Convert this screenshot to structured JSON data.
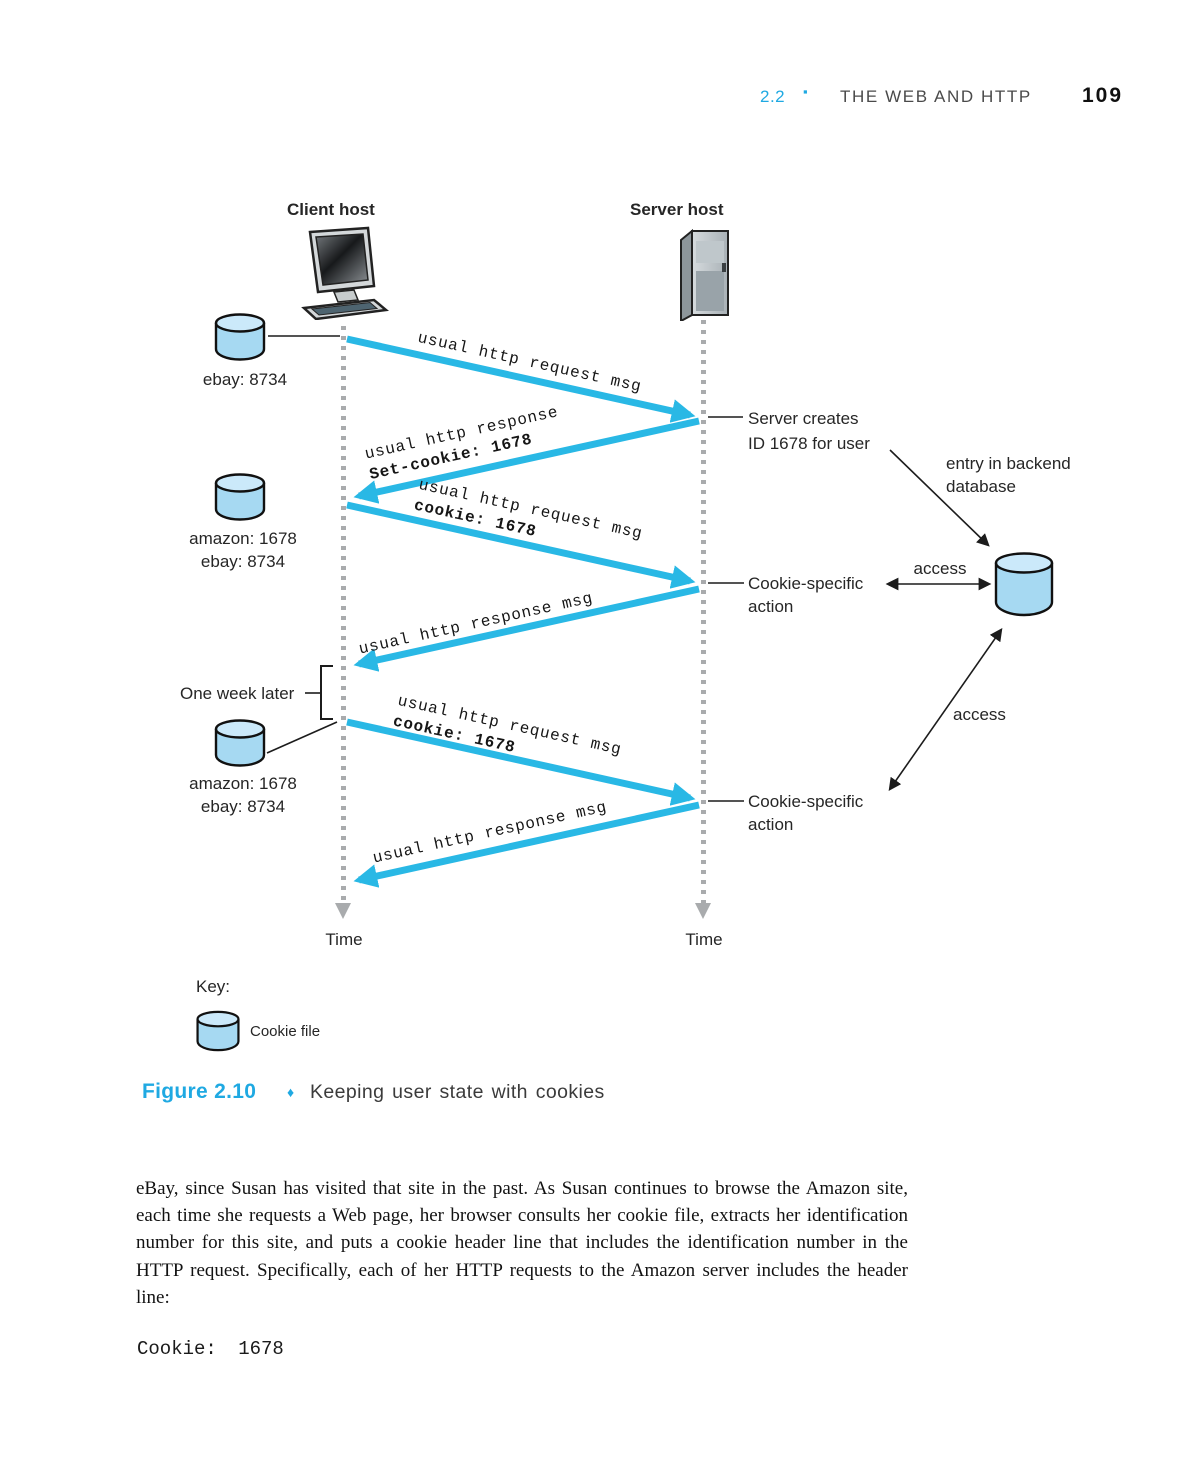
{
  "header": {
    "section": "2.2",
    "bullet": "▪",
    "title": "THE WEB AND HTTP",
    "page_number": "109"
  },
  "diagram": {
    "client_label": "Client host",
    "server_label": "Server host",
    "time_label_client": "Time",
    "time_label_server": "Time",
    "one_week_later": "One week later",
    "cookie_files": [
      {
        "line1": "ebay: 8734",
        "line2": ""
      },
      {
        "line1": "amazon: 1678",
        "line2": "ebay: 8734"
      },
      {
        "line1": "amazon: 1678",
        "line2": "ebay: 8734"
      }
    ],
    "messages": [
      {
        "dir": "request",
        "line1": "usual http request msg",
        "line2": ""
      },
      {
        "dir": "response",
        "line1": "usual http response",
        "line2": "Set-cookie: 1678"
      },
      {
        "dir": "request",
        "line1": "usual http request msg",
        "line2": "cookie: 1678"
      },
      {
        "dir": "response",
        "line1": "usual http response msg",
        "line2": ""
      },
      {
        "dir": "request",
        "line1": "usual http request msg",
        "line2": "cookie: 1678"
      },
      {
        "dir": "response",
        "line1": "usual http response msg",
        "line2": ""
      }
    ],
    "annotations": {
      "server_creates": {
        "line1": "Server creates",
        "line2": "ID 1678 for user"
      },
      "entry_backend": {
        "line1": "entry in backend",
        "line2": "database"
      },
      "cookie_action_1": {
        "line1": "Cookie-specific",
        "line2": "action"
      },
      "cookie_action_2": {
        "line1": "Cookie-specific",
        "line2": "action"
      },
      "access_1": "access",
      "access_2": "access"
    },
    "key": {
      "title": "Key:",
      "item": "Cookie file"
    }
  },
  "figure": {
    "label": "Figure 2.10",
    "diamond": "♦",
    "caption": "Keeping user state with cookies"
  },
  "body": {
    "paragraph": "eBay, since Susan has visited that site in the past. As Susan continues to browse the Amazon site, each time she requests a Web page, her browser consults her cookie file, extracts her identification number for this site, and puts a cookie header line that includes the identification number in the HTTP request. Specifically, each of her HTTP requests to the Amazon server includes the header line:",
    "code_line": "Cookie: 1678"
  },
  "colors": {
    "accent": "#1fa9e2",
    "arrow": "#29b8e5",
    "tlgray": "#a9abad",
    "hdrgray": "#4a4a4a",
    "cookie_fill": "#a6d9f2",
    "cookie_top": "#cbe9fa"
  }
}
